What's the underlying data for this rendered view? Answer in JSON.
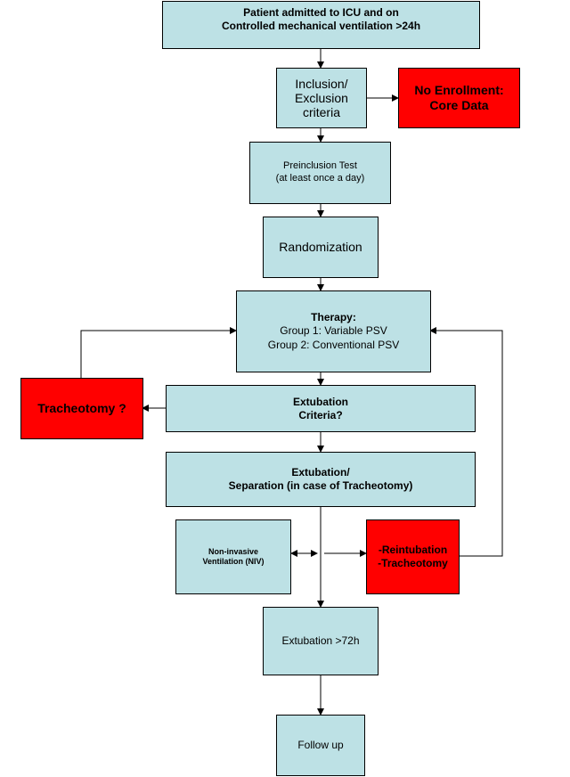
{
  "colors": {
    "process_fill": "#bde1e5",
    "alert_fill": "#ff0000",
    "line": "#000000"
  },
  "nodes": {
    "admission": {
      "lines": [
        "Patient admitted to ICU and on",
        "Controlled mechanical ventilation >24h"
      ]
    },
    "inclusion": {
      "lines": [
        "Inclusion/",
        "Exclusion",
        "criteria"
      ]
    },
    "no_enrollment": {
      "lines": [
        "No Enrollment:",
        "Core Data"
      ]
    },
    "preinclusion": {
      "lines": [
        "Preinclusion Test",
        "(at least once a day)"
      ]
    },
    "randomization": {
      "lines": [
        "Randomization"
      ]
    },
    "therapy": {
      "title": "Therapy:",
      "lines": [
        "Group 1: Variable PSV",
        "Group 2: Conventional PSV"
      ]
    },
    "tracheotomy_q": {
      "lines": [
        "Tracheotomy ?"
      ]
    },
    "extubation_criteria": {
      "lines": [
        "Extubation",
        "Criteria?"
      ]
    },
    "extubation_separation": {
      "lines": [
        "Extubation/",
        "Separation (in case of Tracheotomy)"
      ]
    },
    "niv": {
      "lines": [
        "Non-invasive",
        "Ventilation (NIV)"
      ]
    },
    "reintubation": {
      "lines": [
        "-Reintubation",
        "-Tracheotomy"
      ]
    },
    "extubation_72h": {
      "lines": [
        "Extubation >72h"
      ]
    },
    "follow_up": {
      "lines": [
        "Follow up"
      ]
    }
  },
  "edges": [
    {
      "from": "admission",
      "to": "inclusion"
    },
    {
      "from": "inclusion",
      "to": "no_enrollment"
    },
    {
      "from": "inclusion",
      "to": "preinclusion"
    },
    {
      "from": "preinclusion",
      "to": "randomization"
    },
    {
      "from": "randomization",
      "to": "therapy"
    },
    {
      "from": "therapy",
      "to": "extubation_criteria"
    },
    {
      "from": "extubation_criteria",
      "to": "tracheotomy_q"
    },
    {
      "from": "tracheotomy_q",
      "to": "therapy"
    },
    {
      "from": "extubation_criteria",
      "to": "extubation_separation"
    },
    {
      "from": "extubation_separation",
      "to": "niv",
      "bidirectional": true
    },
    {
      "from": "extubation_separation",
      "to": "reintubation"
    },
    {
      "from": "reintubation",
      "to": "therapy"
    },
    {
      "from": "extubation_separation",
      "to": "extubation_72h"
    },
    {
      "from": "extubation_72h",
      "to": "follow_up"
    }
  ]
}
